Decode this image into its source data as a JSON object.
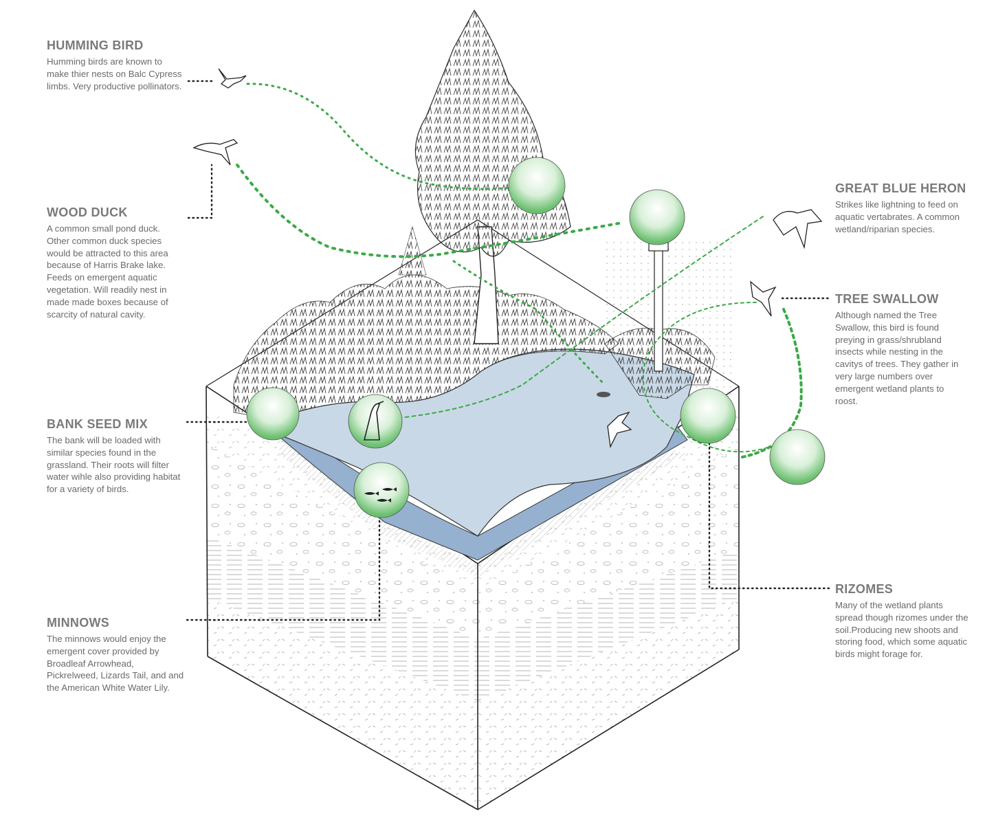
{
  "labels": {
    "humming_bird": {
      "title": "HUMMING BIRD",
      "text": "Humming birds are known to make thier nests on Balc Cypress limbs. Very productive pollinators."
    },
    "wood_duck": {
      "title": "WOOD DUCK",
      "text": "A common small pond duck. Other common duck species would be attracted to this area because of Harris Brake lake. Feeds on emergent aquatic vegetation. Will readily nest in made made boxes because of scarcity of natural cavity."
    },
    "bank_seed_mix": {
      "title": "BANK SEED MIX",
      "text": "The bank will be loaded with similar species found in the grassland. Their roots will filter water wihle also providing habitat for a variety of birds."
    },
    "minnows": {
      "title": "MINNOWS",
      "text": "The minnows would enjoy the emergent cover provided by Broadleaf Arrowhead, Pickrelweed, Lizards Tail, and and the American White Water Lily."
    },
    "great_blue_heron": {
      "title": "GREAT BLUE HERON",
      "text": "Strikes like lightning to feed on aquatic vertabrates. A common wetland/riparian species."
    },
    "tree_swallow": {
      "title": "TREE SWALLOW",
      "text": "Although named the Tree Swallow, this bird is found preying in grass/shrubland insects while nesting in the cavitys of trees. They gather in very large numbers over emergent wetland plants to roost."
    },
    "rizomes": {
      "title": "RIZOMES",
      "text": "Many of the wetland plants spread though rizomes under the soil.Producing new shoots and storing food, which some aquatic birds might forage for."
    }
  },
  "colors": {
    "accent_green": "#3aaa45",
    "water_surface": "#c9d8e6",
    "water_deep": "#95b1cf",
    "label_title": "#7a7a7a",
    "label_text": "#6a6a6a"
  }
}
